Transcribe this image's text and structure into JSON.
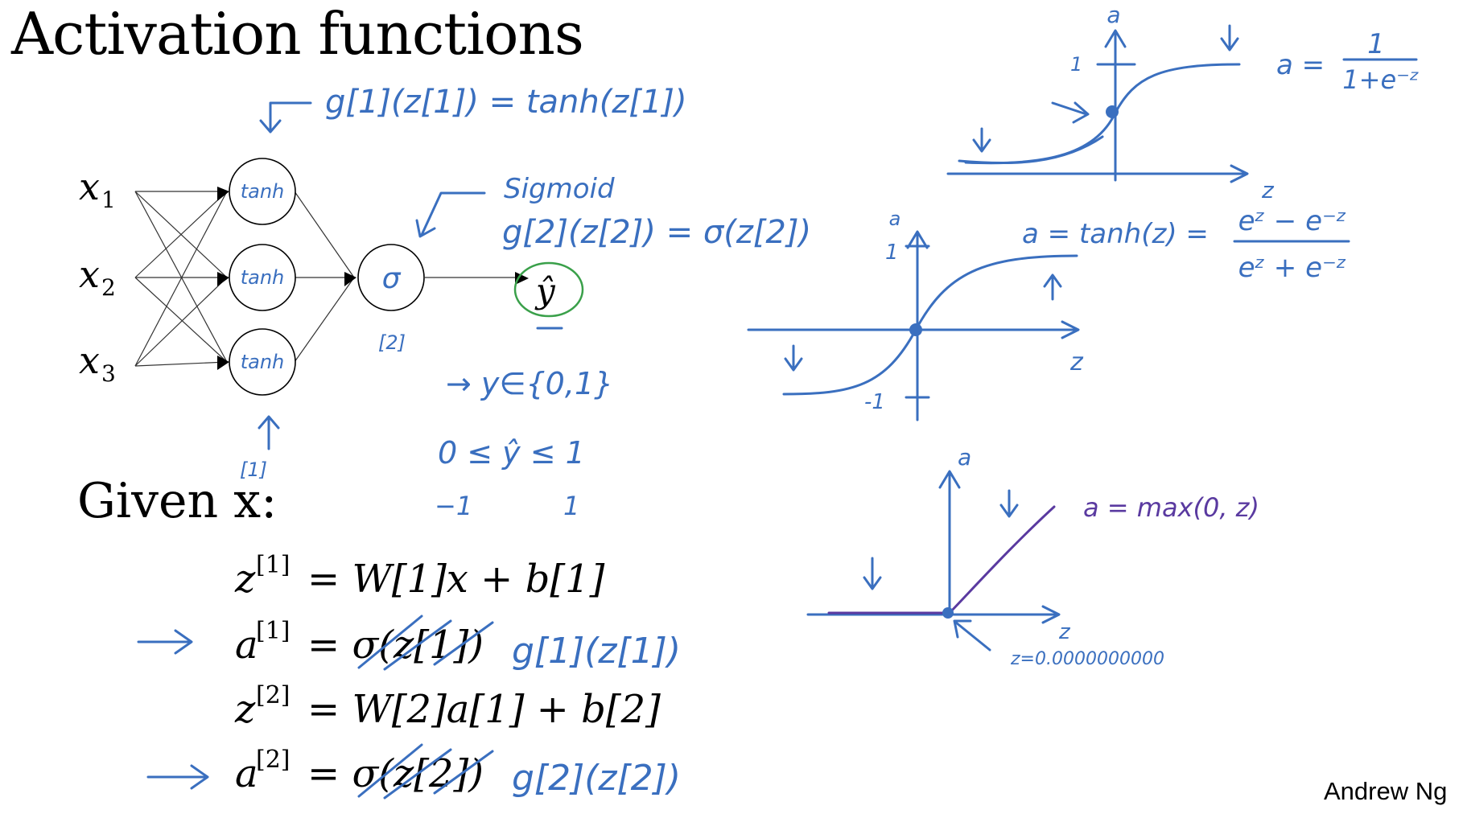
{
  "slide": {
    "title": "Activation functions",
    "author": "Andrew Ng",
    "given_label": "Given x:"
  },
  "network": {
    "inputs": [
      "x",
      "x",
      "x"
    ],
    "input_subscripts": [
      "1",
      "2",
      "3"
    ],
    "hidden_nodes": [
      "tanh",
      "tanh",
      "tanh"
    ],
    "output_node": "σ",
    "prediction": "ŷ",
    "layer1_label": "[1]",
    "layer2_label": "[2]"
  },
  "annotations": {
    "layer1_activation": "g[1](z[1]) = tanh(z[1])",
    "sigmoid_word": "Sigmoid",
    "layer2_activation": "g[2](z[2]) = σ(z[2])",
    "y_range": "→ y∈{0,1}",
    "yhat_range": "0 ≤ ŷ ≤ 1",
    "minus_one": "−1",
    "plus_one": "1"
  },
  "equations": [
    {
      "lhs": "z",
      "sup": "[1]",
      "rhs": "= W[1]x + b[1]"
    },
    {
      "lhs": "a",
      "sup": "[1]",
      "rhs": "= σ(z[1])",
      "struck": true,
      "replacement": "g[1](z[1])"
    },
    {
      "lhs": "z",
      "sup": "[2]",
      "rhs": "= W[2]a[1] + b[2]"
    },
    {
      "lhs": "a",
      "sup": "[2]",
      "rhs": "= σ(z[2])",
      "struck": true,
      "replacement": "g[2](z[2])"
    }
  ],
  "graphs": {
    "sigmoid": {
      "y_label": "a",
      "x_label": "z",
      "tick": "1",
      "formula_lhs": "a =",
      "formula_num": "1",
      "formula_den": "1+e⁻ᶻ"
    },
    "tanh": {
      "y_label": "a",
      "x_label": "z",
      "tick_top": "1",
      "tick_bottom": "-1",
      "formula": "a = tanh(z)  =",
      "frac_num": "eᶻ − e⁻ᶻ",
      "frac_den": "eᶻ + e⁻ᶻ"
    },
    "relu": {
      "y_label": "a",
      "x_label": "z",
      "formula": "a = max(0, z)",
      "note": "z=0.0000000000"
    }
  },
  "colors": {
    "ink_blue": "#3a6fbf",
    "ink_purple": "#5a3aa0",
    "ink_green": "#3aa04a"
  }
}
